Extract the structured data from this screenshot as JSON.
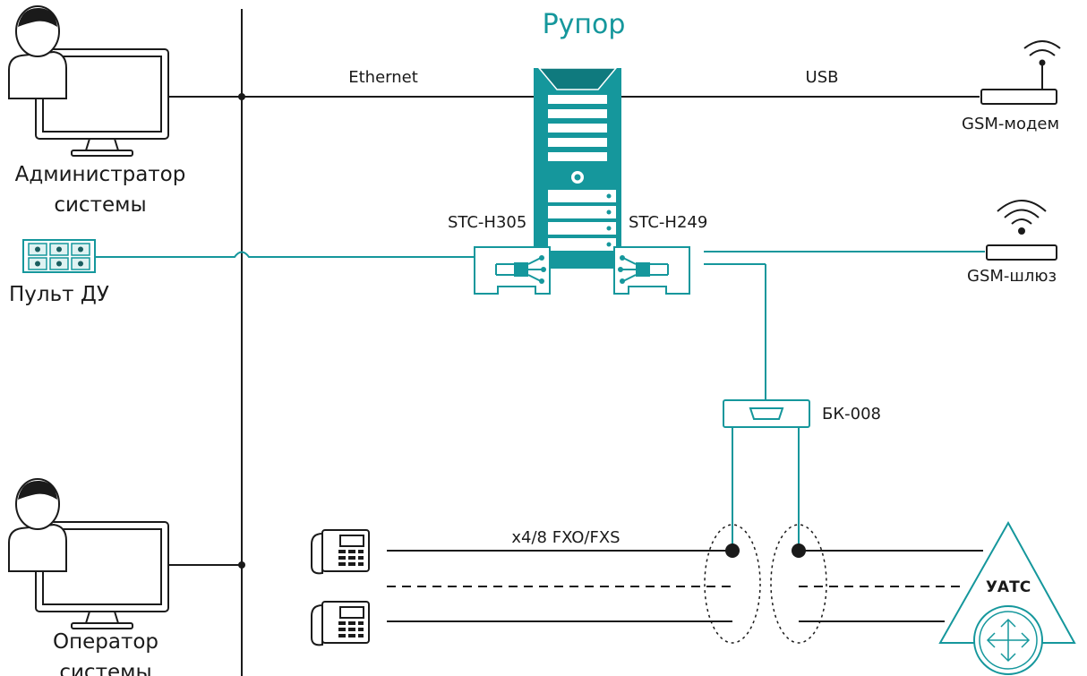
{
  "title": "Рупор",
  "labels": {
    "admin": "Администратор системы",
    "remote": "Пульт ДУ",
    "operator": "Оператор системы",
    "ethernet": "Ethernet",
    "usb": "USB",
    "gsm_modem": "GSM-модем",
    "gsm_gateway": "GSM-шлюз",
    "card_left": "STC-H305",
    "card_right": "STC-H249",
    "bk": "БК-008",
    "lines": "x4/8 FXO/FXS",
    "pbx": "УАТС"
  },
  "colors": {
    "accent": "#15979c",
    "line": "#1a1a1a",
    "text": "#1a1a1a"
  }
}
